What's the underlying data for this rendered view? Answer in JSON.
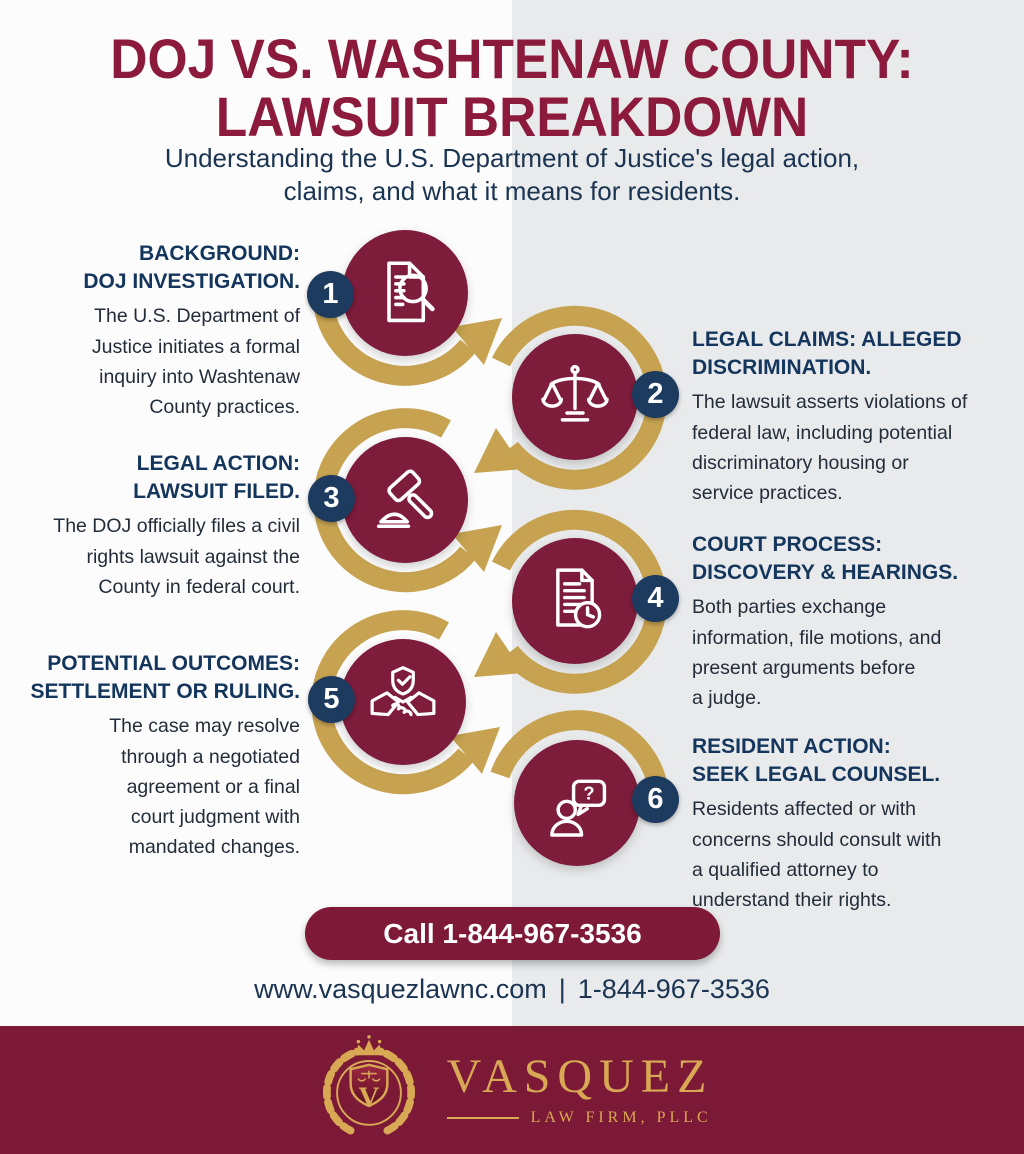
{
  "header": {
    "title_lines": [
      "DOJ VS. WASHTENAW COUNTY:",
      "LAWSUIT BREAKDOWN"
    ],
    "subtitle_lines": [
      "Understanding the U.S. Department of Justice's legal action,",
      "claims, and what it means for residents."
    ]
  },
  "steps": [
    {
      "number": "1",
      "heading_lines": [
        "BACKGROUND:",
        "DOJ INVESTIGATION."
      ],
      "body_lines": [
        "The U.S. Department of",
        "Justice initiates a formal",
        "inquiry into Washtenaw",
        "County practices."
      ],
      "icon": "document-magnifier-icon"
    },
    {
      "number": "2",
      "heading_lines": [
        "LEGAL CLAIMS: ALLEGED",
        "DISCRIMINATION."
      ],
      "body_lines": [
        "The lawsuit asserts violations of",
        "federal law, including potential",
        "discriminatory housing or",
        "service practices."
      ],
      "icon": "scales-of-justice-icon"
    },
    {
      "number": "3",
      "heading_lines": [
        "LEGAL ACTION:",
        "LAWSUIT FILED."
      ],
      "body_lines": [
        "The DOJ officially files a civil",
        "rights lawsuit against the",
        "County in federal court."
      ],
      "icon": "gavel-icon"
    },
    {
      "number": "4",
      "heading_lines": [
        "COURT PROCESS:",
        "DISCOVERY & HEARINGS."
      ],
      "body_lines": [
        "Both parties exchange",
        "information, file motions, and",
        "present arguments before",
        "a judge."
      ],
      "icon": "document-clock-icon"
    },
    {
      "number": "5",
      "heading_lines": [
        "POTENTIAL OUTCOMES:",
        "SETTLEMENT OR RULING."
      ],
      "body_lines": [
        "The case may resolve",
        "through a negotiated",
        "agreement or a final",
        "court judgment with",
        "mandated changes."
      ],
      "icon": "handshake-shield-icon"
    },
    {
      "number": "6",
      "heading_lines": [
        "RESIDENT ACTION:",
        "SEEK LEGAL COUNSEL."
      ],
      "body_lines": [
        "Residents affected or with",
        "concerns should consult with",
        "a qualified attorney to",
        "understand their rights."
      ],
      "icon": "person-question-icon"
    }
  ],
  "cta": {
    "call_button_label": "Call 1-844-967-3536",
    "website": "www.vasquezlawnc.com",
    "separator": "|",
    "phone": "1-844-967-3536"
  },
  "footer": {
    "brand_name": "VASQUEZ",
    "brand_subtitle": "LAW FIRM, PLLC",
    "monogram": "V"
  },
  "colors": {
    "maroon_circle": "#7E1C3B",
    "title_maroon": "#8C1A3C",
    "gold": "#C7A351",
    "logo_gold": "#D8A855",
    "heading_navy": "#14355C",
    "badge_navy": "#1D3A5F",
    "body_text": "#232D3A",
    "bg_left": "#FCFCFC",
    "bg_right": "#E8EAEC",
    "footer_maroon": "#7C1936"
  }
}
